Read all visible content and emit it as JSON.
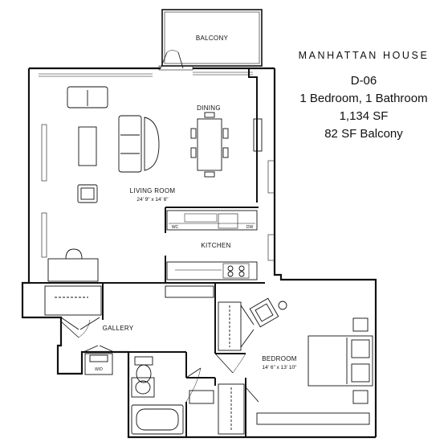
{
  "header": {
    "building": "MANHATTAN HOUSE",
    "unit": "D-06",
    "bedrooms": "1 Bedroom, 1 Bathroom",
    "area": "1,134 SF",
    "balcony_area": "82 SF Balcony"
  },
  "rooms": {
    "balcony": "BALCONY",
    "dining": "DINING",
    "living": "LIVING ROOM",
    "living_dim": "24' 9\" x 14' 6\"",
    "kitchen": "KITCHEN",
    "gallery": "GALLERY",
    "bedroom": "BEDROOM",
    "bedroom_dim": "14' 6\" x 13' 10\""
  },
  "fixtures": {
    "washer_dryer": "W/D",
    "dishwasher": "DW",
    "wine": "WC"
  }
}
